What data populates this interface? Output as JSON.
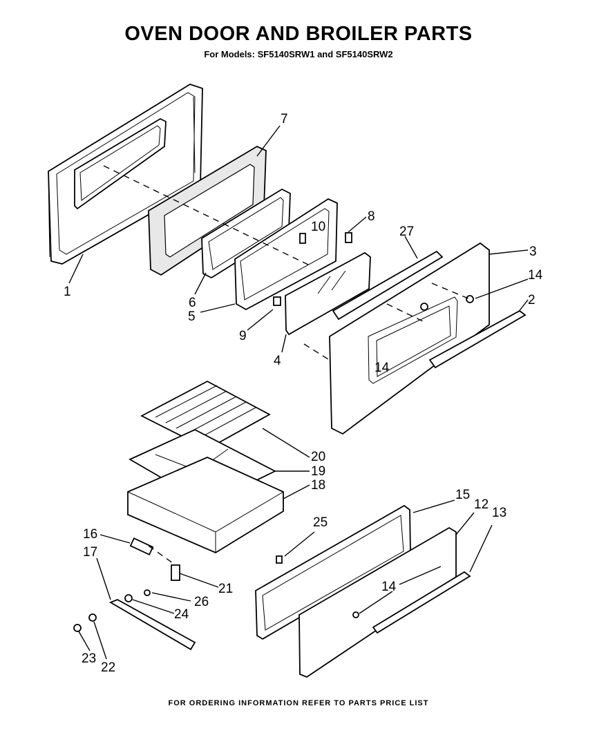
{
  "title": "OVEN DOOR AND BROILER PARTS",
  "subtitle": "For Models: SF5140SRW1 and SF5140SRW2",
  "footer": "FOR ORDERING INFORMATION REFER TO PARTS PRICE LIST",
  "part_labels": {
    "p1": "1",
    "p2": "2",
    "p3": "3",
    "p4": "4",
    "p5": "5",
    "p6": "6",
    "p7": "7",
    "p8": "8",
    "p9": "9",
    "p10": "10",
    "p12": "12",
    "p13": "13",
    "p14a": "14",
    "p14b": "14",
    "p14c": "14",
    "p15": "15",
    "p16": "16",
    "p17": "17",
    "p18": "18",
    "p19": "19",
    "p20": "20",
    "p21": "21",
    "p22": "22",
    "p23": "23",
    "p24": "24",
    "p25": "25",
    "p26": "26",
    "p27": "27"
  }
}
